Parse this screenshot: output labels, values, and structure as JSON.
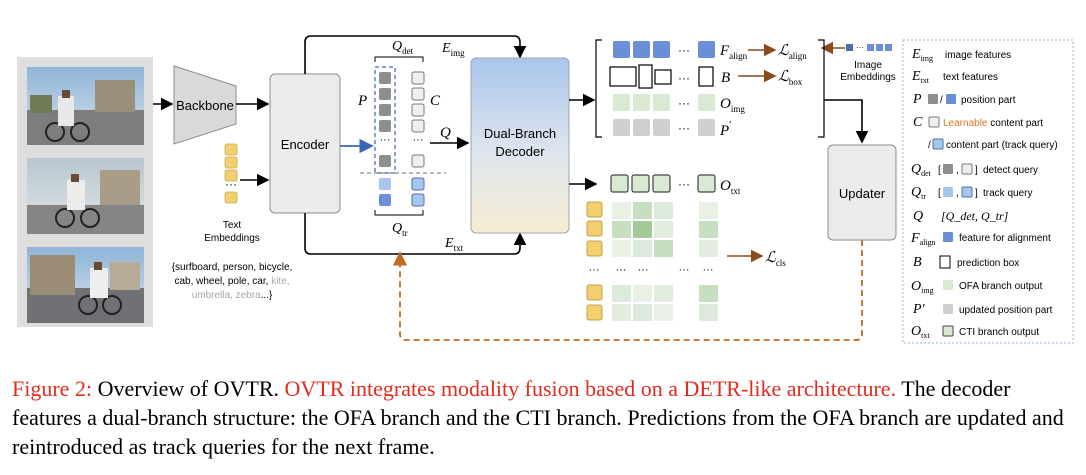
{
  "figure": {
    "backbone_label": "Backbone",
    "encoder_label": "Encoder",
    "decoder_label_line1": "Dual-Branch",
    "decoder_label_line2": "Decoder",
    "updater_label": "Updater",
    "text_embeddings_line1": "Text",
    "text_embeddings_line2": "Embeddings",
    "image_embeddings_line1": "Image",
    "image_embeddings_line2": "Embeddings",
    "categories_line1": "{surfboard, person, bicycle,",
    "categories_line2": "cab, wheel, pole, car,",
    "categories_faded_1": "kite,",
    "categories_line3_faded": "umbrella, zebra",
    "categories_line3_end": "...}",
    "math": {
      "q_det": "Q",
      "q_det_sub": "det",
      "q_tr": "Q",
      "q_tr_sub": "tr",
      "e_img": "E",
      "e_img_sub": "img",
      "e_txt": "E",
      "e_txt_sub": "txt",
      "p": "P",
      "c": "C",
      "q": "Q",
      "f_align": "F",
      "f_align_sub": "align",
      "b": "B",
      "o_img": "O",
      "o_img_sub": "img",
      "p_prime": "P",
      "o_txt": "O",
      "o_txt_sub": "txt",
      "l_align": "ℒ",
      "l_align_sub": "align",
      "l_box": "ℒ",
      "l_box_sub": "box",
      "l_cls": "ℒ",
      "l_cls_sub": "cls"
    },
    "legend": [
      {
        "sym": "E",
        "sub": "img",
        "desc": "image features"
      },
      {
        "sym": "E",
        "sub": "txt",
        "desc": "text features"
      },
      {
        "sym": "P",
        "sub": "",
        "desc": "position part"
      },
      {
        "sym": "C",
        "sub": "",
        "desc_red": "Learnable",
        "desc": "content part"
      },
      {
        "sym": "",
        "sub": "",
        "desc": "content part (track query)"
      },
      {
        "sym": "Q",
        "sub": "det",
        "desc": "detect query"
      },
      {
        "sym": "Q",
        "sub": "tr",
        "desc": "track query"
      },
      {
        "sym": "Q",
        "sub": "",
        "desc": "[Q_det, Q_tr]"
      },
      {
        "sym": "F",
        "sub": "align",
        "desc": "feature for alignment"
      },
      {
        "sym": "B",
        "sub": "",
        "desc": "prediction box"
      },
      {
        "sym": "O",
        "sub": "img",
        "desc": "OFA branch output"
      },
      {
        "sym": "P′",
        "sub": "",
        "desc": "updated position part"
      },
      {
        "sym": "O",
        "sub": "txt",
        "desc": "CTI branch output"
      }
    ],
    "colors": {
      "gray_block": "#8e8e8e",
      "blue_block": "#6a8fd6",
      "yellow_block": "#f2cf70",
      "green_block": "#c6dfbe",
      "orange_dash": "#c46a1c",
      "brown_arrow": "#8a4a1c",
      "decoder_top": "#a9c5ea",
      "decoder_bottom": "#f7ecd0"
    }
  },
  "caption": {
    "label": "Figure 2:",
    "sentence_black": "Overview of OVTR.",
    "sentence_red": "OVTR integrates modality fusion based on a DETR-like architecture.",
    "rest": "The decoder features a dual-branch structure: the OFA branch and the CTI branch. Predictions from the OFA branch are updated and reintroduced as track queries for the next frame."
  }
}
